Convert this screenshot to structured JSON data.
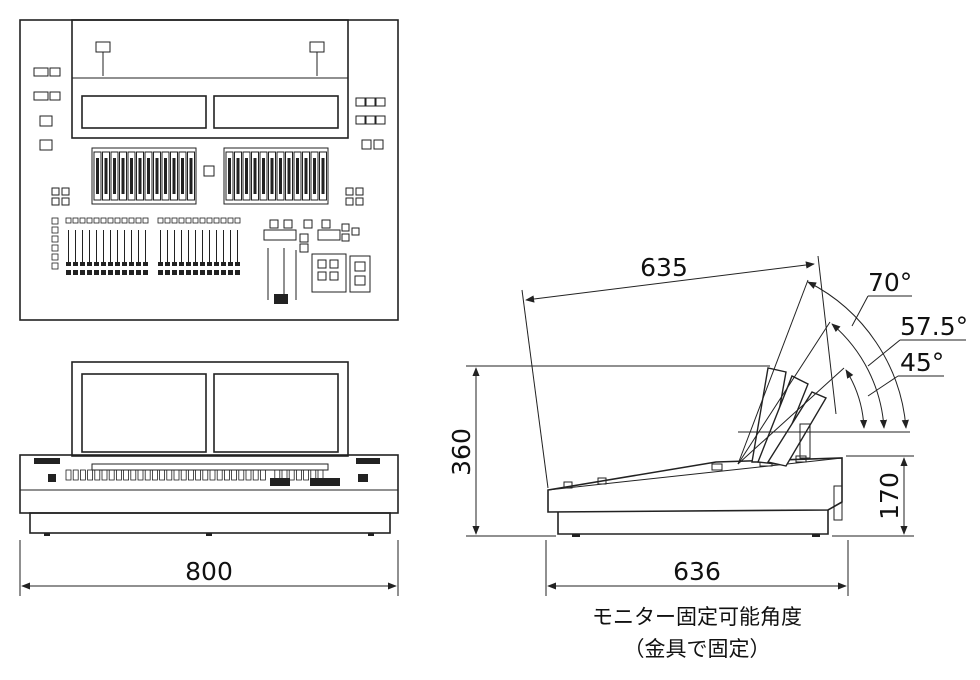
{
  "dimensions": {
    "width_800": "800",
    "height_360": "360",
    "depth_635": "635",
    "depth_636": "636",
    "height_170": "170"
  },
  "angles": {
    "a70": "70°",
    "a57": "57.5°",
    "a45": "45°"
  },
  "caption": {
    "line1": "モニター固定可能角度",
    "line2": "（金具で固定）"
  }
}
